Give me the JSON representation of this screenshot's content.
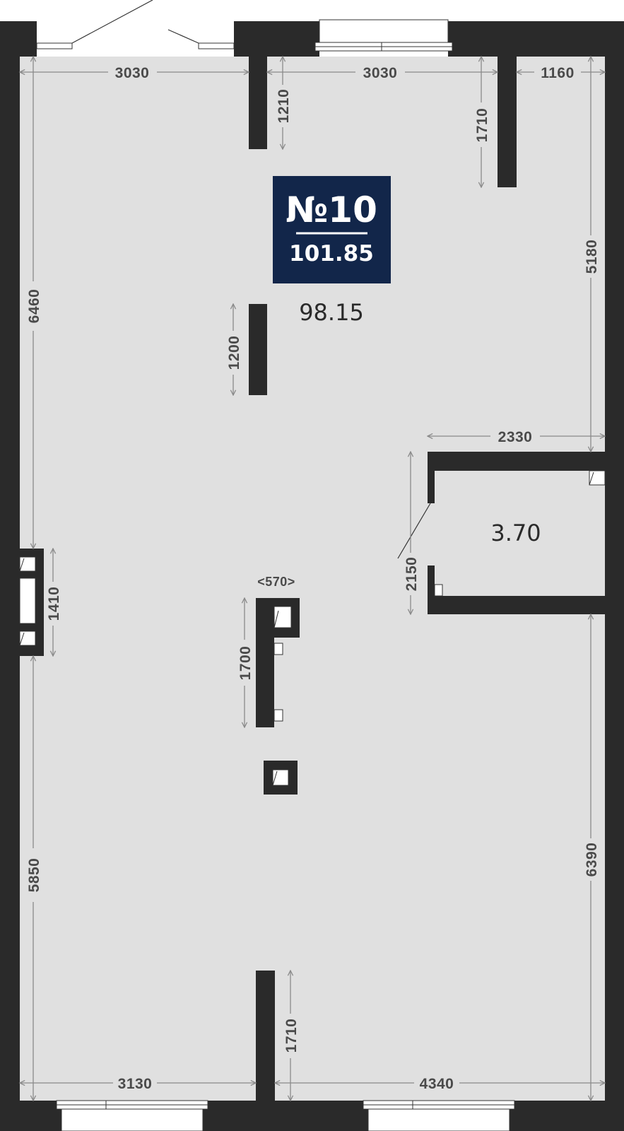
{
  "unit": {
    "number": "№10",
    "total_area": "101.85"
  },
  "rooms": {
    "main_area": "98.15",
    "small_room_area": "3.70"
  },
  "dimensions": {
    "top_left_width": "3030",
    "top_middle_width": "3030",
    "top_right_width": "1160",
    "partition_top_left": "1210",
    "partition_top_right": "1710",
    "right_upper_height": "5180",
    "left_upper_height": "6460",
    "partition_center": "1200",
    "small_room_width": "2330",
    "small_room_height": "2150",
    "left_niche": "1410",
    "column_width": "<570>",
    "column_height": "1700",
    "left_lower_height": "5850",
    "right_lower_height": "6390",
    "partition_bottom": "1710",
    "bottom_left_width": "3130",
    "bottom_right_width": "4340"
  },
  "colors": {
    "wall": "#2a2a2a",
    "floor": "#e0e0e0",
    "badge": "#12264a",
    "dimension": "#8a8a8a"
  }
}
